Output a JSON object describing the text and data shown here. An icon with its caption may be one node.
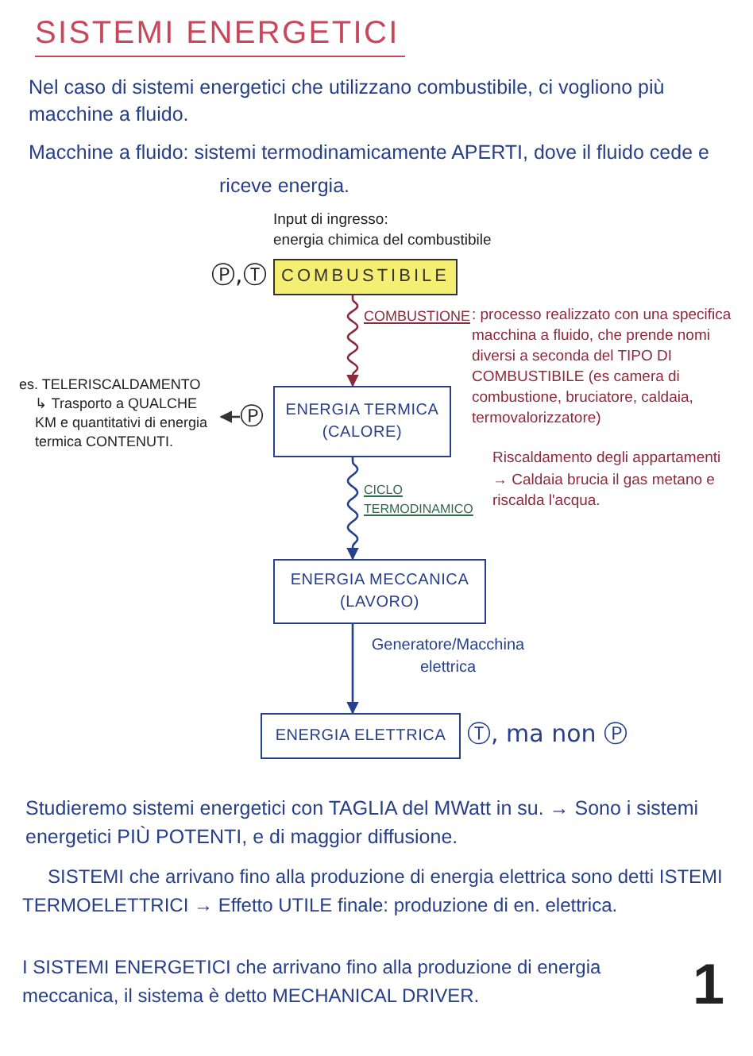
{
  "diagram": {
    "title": "SISTEMI ENERGETICI",
    "nodes": [
      {
        "text": [
          "COMBUSTIBILE"
        ],
        "beside": [
          "Input di ingresso:",
          "energia chimica del combustibile",
          "Ⓟ,Ⓣ"
        ]
      },
      {
        "text": [
          "es. TELERISCALDAMENTO",
          "↳ Trasporto a QUALCHE KM e quantitativi di energia termica CONTENUTI."
        ]
      },
      {
        "text": [
          "Ⓟ"
        ]
      },
      {
        "text": [
          "ENERGIA TERMICA (CALORE)"
        ]
      },
      {
        "text": [
          "ENERGIA MECCANICA (LAVORO)"
        ]
      },
      {
        "text": [
          "ENERGIA ELETTRICA"
        ],
        "beside": [
          "Ⓣ, ma non Ⓟ"
        ]
      }
    ],
    "edges": [
      {
        "from": 0,
        "to": 3,
        "arrow": "to",
        "label": "COMBUSTIONE",
        "color": "#8c2a3c"
      },
      {
        "from": 2,
        "to": 1,
        "arrow": "to",
        "color": "#333333"
      },
      {
        "from": 3,
        "to": 4,
        "arrow": "to",
        "label": "CICLO TERMODINAMICO"
      },
      {
        "from": 4,
        "to": 5,
        "arrow": "to",
        "label": "Generatore/Macchina elettrica"
      }
    ],
    "labels": [
      "Nel caso di sistemi energetici che utilizzano combustibile, ci vogliono più macchine a fluido.",
      "Macchine a fluido: sistemi termodinamicamente APERTI, dove il fluido cede e riceve energia.",
      ": processo realizzato con una specifica macchina a fluido, che prende nomi diversi a seconda del TIPO DI COMBUSTIBILE (es camera di combustione, bruciatore, caldaia, termovalorizzatore)",
      "Riscaldamento degli appartamenti",
      "→ Caldaia brucia il gas metano e riscalda l'acqua.",
      "Studieremo sistemi energetici con TAGLIA del MWatt in su. → Sono i sistemi energetici PIÙ POTENTI, e di maggior diffusione.",
      "SISTEMI che arrivano fino alla produzione di energia elettrica sono detti ISTEMI TERMOELETTRICI → Effetto UTILE finale: produzione di en. elettrica.",
      "I SISTEMI ENERGETICI che arrivano fino alla produzione di energia meccanica, il sistema è detto MECHANICAL DRIVER.",
      "1"
    ]
  }
}
